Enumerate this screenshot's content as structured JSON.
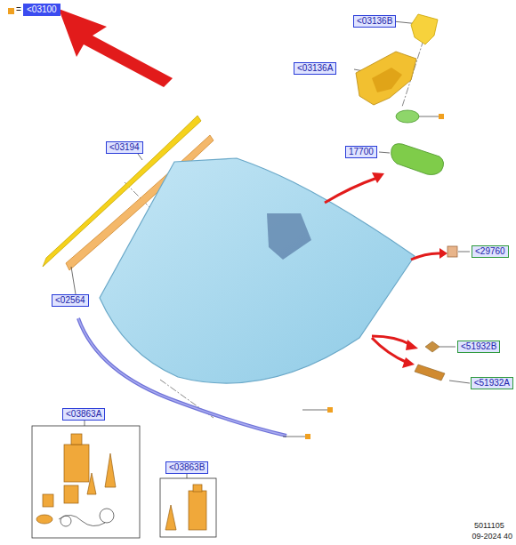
{
  "diagram": {
    "nodes": [
      {
        "text": [
          "<03100"
        ]
      },
      {
        "text": [
          "<03136B"
        ]
      },
      {
        "text": [
          "<03136A"
        ]
      },
      {
        "text": [
          "<03194"
        ]
      },
      {
        "text": [
          "17700"
        ]
      },
      {
        "text": [
          "<29760"
        ]
      },
      {
        "text": [
          "<02564"
        ]
      },
      {
        "text": [
          "<51932B"
        ]
      },
      {
        "text": [
          "<51932A"
        ]
      },
      {
        "text": [
          "<03863A"
        ]
      },
      {
        "text": [
          "<03863B"
        ]
      }
    ],
    "edges": [],
    "labels": [
      "=",
      "5011105",
      "09-2024 40"
    ]
  }
}
